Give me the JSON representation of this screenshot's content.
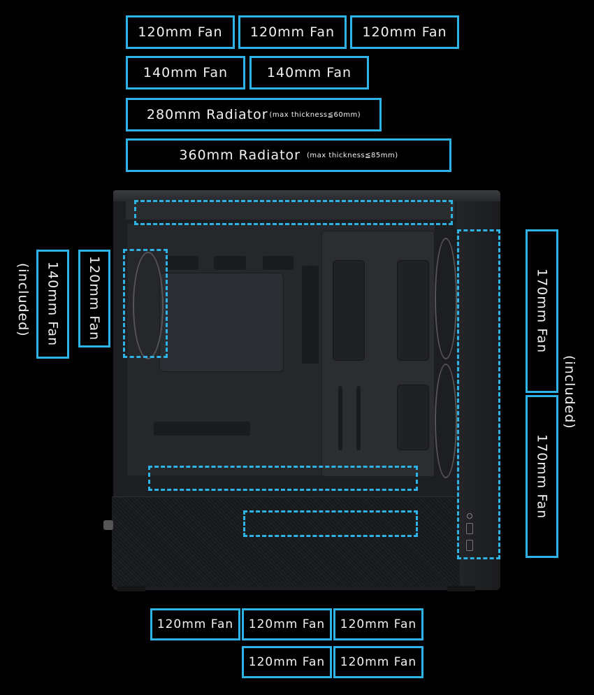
{
  "colors": {
    "accent": "#2fb3e6",
    "background": "#000000",
    "text": "#f2f2f2",
    "case": "#1c1e21"
  },
  "top": {
    "row1": [
      "120mm Fan",
      "120mm Fan",
      "120mm Fan"
    ],
    "row2": [
      "140mm Fan",
      "140mm Fan"
    ],
    "radiator_280": {
      "main": "280mm Radiator",
      "note": "(max thickness≦60mm)"
    },
    "radiator_360": {
      "main": "360mm Radiator",
      "note": "(max thickness≦85mm)"
    }
  },
  "rear": {
    "fan_140": "140mm Fan",
    "fan_140_note": "(included)",
    "fan_120": "120mm Fan"
  },
  "front": {
    "fans": [
      "170mm Fan",
      "170mm Fan"
    ],
    "note": "(included)"
  },
  "bottom": {
    "row1": [
      "120mm Fan",
      "120mm Fan",
      "120mm Fan"
    ],
    "row2": [
      "120mm Fan",
      "120mm Fan"
    ]
  }
}
